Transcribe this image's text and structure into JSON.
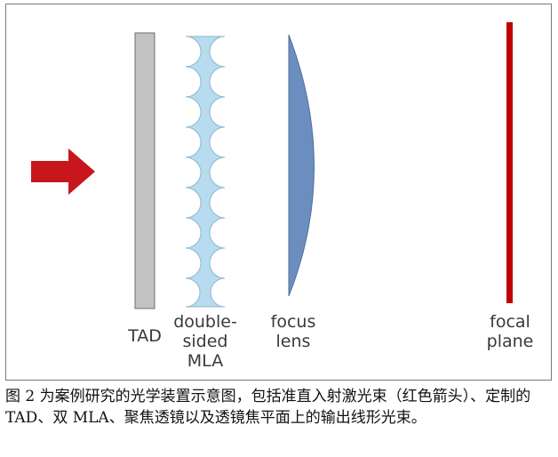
{
  "diagram": {
    "labels": {
      "tad": "TAD",
      "mla_line1": "double-",
      "mla_line2": "sided",
      "mla_line3": "MLA",
      "lens_line1": "focus",
      "lens_line2": "lens",
      "plane_line1": "focal",
      "plane_line2": "plane"
    },
    "colors": {
      "arrow": "#c8161d",
      "tad": "#c2c2c2",
      "mla": "#b7dbef",
      "lens": "#6c8ebf",
      "focal_plane": "#c00000"
    }
  },
  "caption": "图 2 为案例研究的光学装置示意图，包括准直入射激光束（红色箭头）、定制的 TAD、双 MLA、聚焦透镜以及透镜焦平面上的输出线形光束。"
}
